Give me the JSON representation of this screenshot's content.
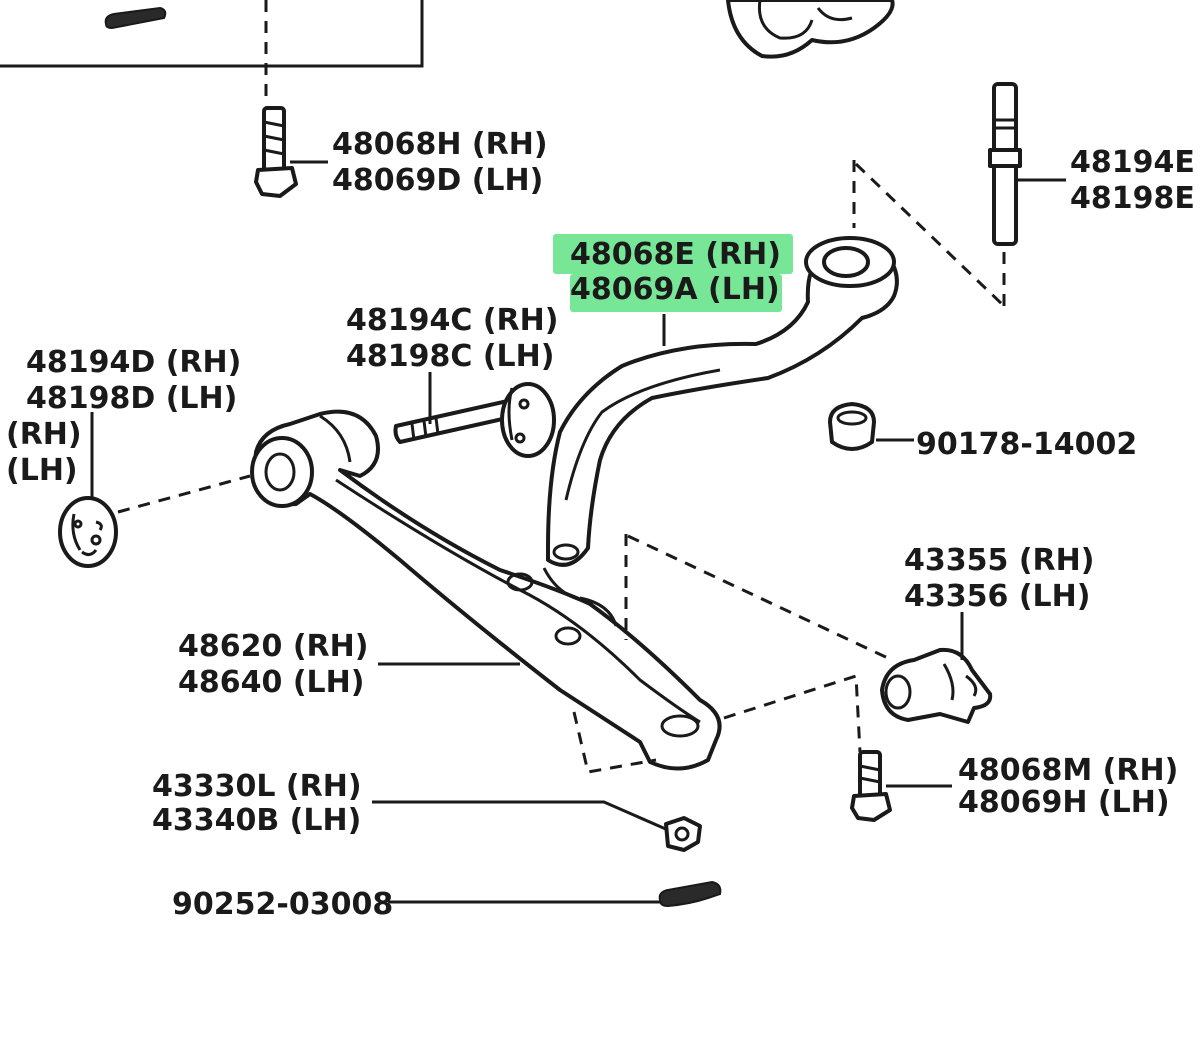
{
  "highlight_color": "#3ddc6a",
  "ink_color": "#1a1a1a",
  "callouts": {
    "c48068H": {
      "rh": "48068H (RH)",
      "lh": "48069D (LH)"
    },
    "c48194E": {
      "rh": "48194E",
      "lh": "48198E"
    },
    "c48068E": {
      "rh": "48068E (RH)",
      "lh": "48069A (LH)"
    },
    "c48194C": {
      "rh": "48194C (RH)",
      "lh": "48198C (LH)"
    },
    "c48194D": {
      "rh": "48194D (RH)",
      "lh": "48198D (LH)"
    },
    "c_partial": {
      "rh": "(RH)",
      "lh": "(LH)"
    },
    "c90178": {
      "single": "90178-14002"
    },
    "c43355": {
      "rh": "43355 (RH)",
      "lh": "43356 (LH)"
    },
    "c48620": {
      "rh": "48620 (RH)",
      "lh": "48640 (LH)"
    },
    "c48068M": {
      "rh": "48068M (RH)",
      "lh": "48069H (LH)"
    },
    "c43330L": {
      "rh": "43330L (RH)",
      "lh": "43340B (LH)"
    },
    "c90252": {
      "single": "90252-03008"
    }
  }
}
